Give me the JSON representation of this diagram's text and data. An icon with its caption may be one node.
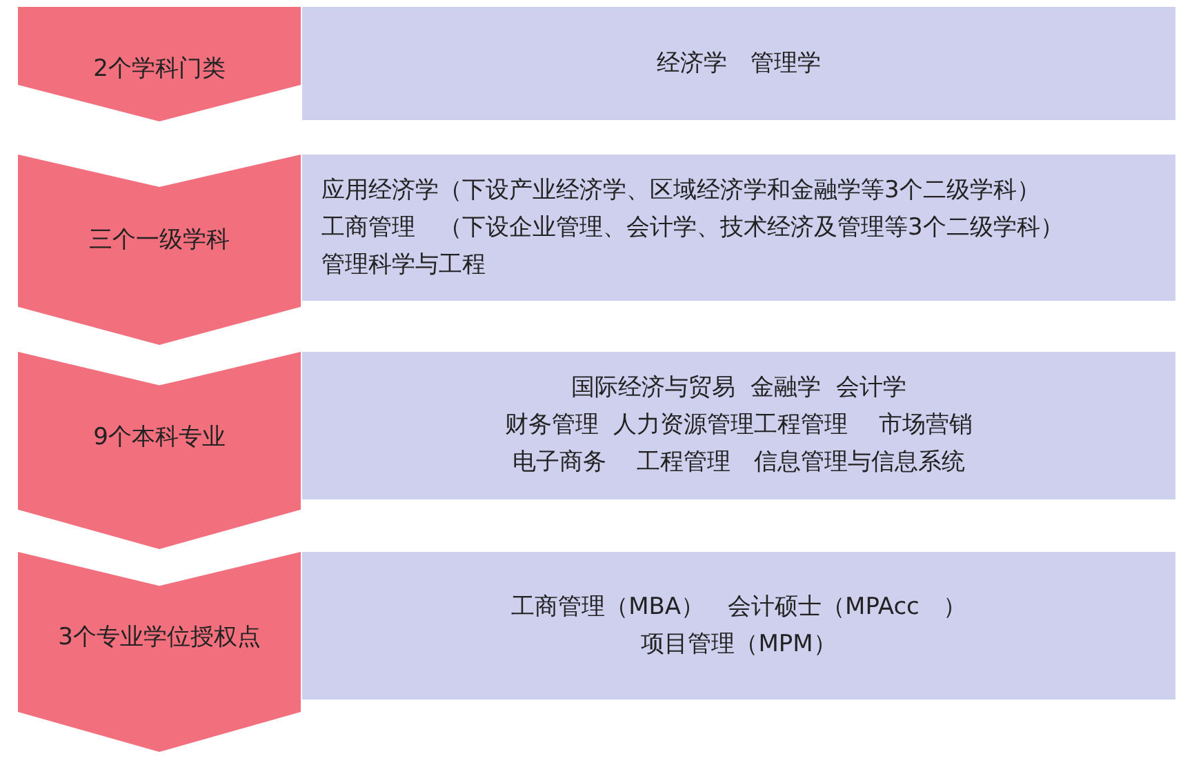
{
  "diagram": {
    "nodes": [
      {
        "text": [
          "2个学科门类"
        ]
      },
      {
        "text": [
          "经济学　管理学"
        ]
      },
      {
        "text": [
          "三个一级学科"
        ]
      },
      {
        "text": [
          "应用经济学（下设产业经济学、区域经济学和金融学等3个二级学科）",
          "工商管理　（下设企业管理、会计学、技术经济及管理等3个二级学科）",
          "管理科学与工程"
        ]
      },
      {
        "text": [
          "9个本科专业"
        ]
      },
      {
        "text": [
          "国际经济与贸易  金融学  会计学",
          "财务管理  人力资源管理工程管理　 市场营销",
          "电子商务　 工程管理　信息管理与信息系统"
        ]
      },
      {
        "text": [
          "3个专业学位授权点"
        ]
      },
      {
        "text": [
          "工商管理（MBA）　会计硕士（MPAcc　）",
          "项目管理（MPM）"
        ]
      }
    ]
  }
}
